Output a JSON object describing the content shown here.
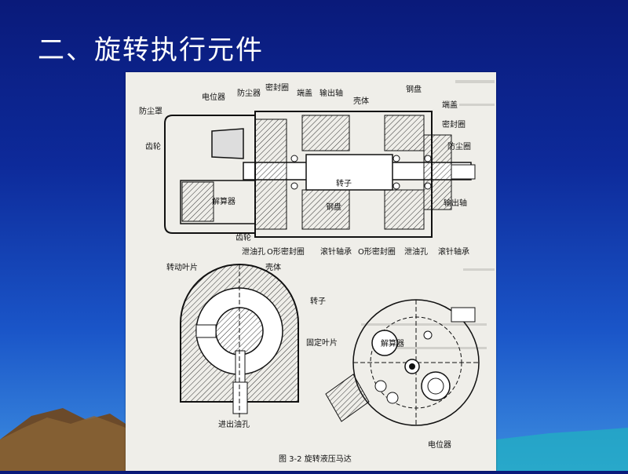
{
  "slide": {
    "title": "二、旋转执行元件"
  },
  "figure": {
    "caption": "图 3-2    旋转液压马达",
    "top_labels": {
      "potentiometer": "电位器",
      "dust_seal_1": "防尘器",
      "seal_ring": "密封圈",
      "end_cap": "端盖",
      "output_shaft": "输出轴",
      "housing": "壳体",
      "steel_disc": "钢盘",
      "dust_cover": "防尘罩",
      "end_cap_right": "端盖",
      "seal_ring_right": "密封圈",
      "dust_ring": "防尘圈",
      "gear_top": "齿轮",
      "rotor": "转子",
      "output_shaft_right": "输出轴",
      "resolver": "解算器",
      "steel_disc_low": "钢盘",
      "gear_bottom": "齿轮",
      "drain_hole_left": "泄油孔",
      "o_seal_left": "O形密封圈",
      "needle_bearing_left": "滚针轴承",
      "o_seal_right": "O形密封圈",
      "drain_hole_right": "泄油孔",
      "needle_bearing_right": "滚针轴承"
    },
    "bottom_left_labels": {
      "rotating_vane": "转动叶片",
      "housing": "壳体",
      "rotor": "转子",
      "fixed_vane": "固定叶片",
      "oil_port": "进出油孔"
    },
    "bottom_right_labels": {
      "resolver": "解算器",
      "potentiometer": "电位器"
    }
  }
}
